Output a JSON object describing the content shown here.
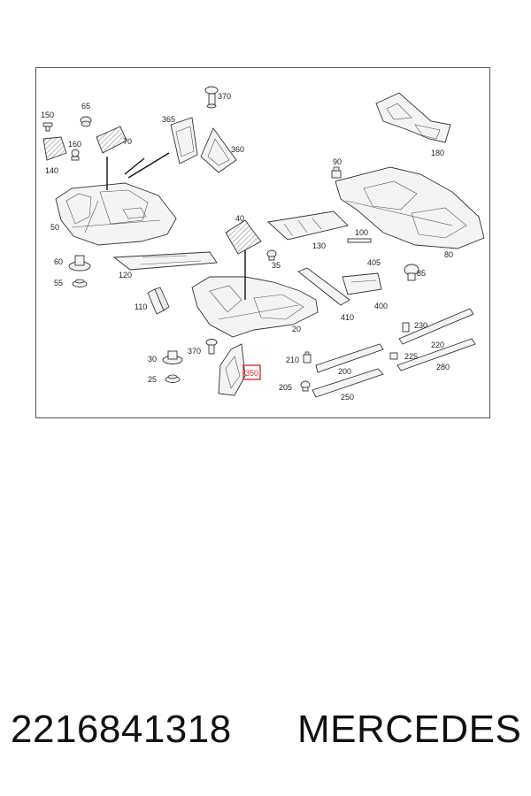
{
  "diagram": {
    "callouts": [
      "150",
      "65",
      "160",
      "70",
      "140",
      "50",
      "370",
      "365",
      "360",
      "40",
      "130",
      "100",
      "35",
      "60",
      "55",
      "120",
      "110",
      "370",
      "30",
      "25",
      "350",
      "20",
      "90",
      "180",
      "405",
      "85",
      "400",
      "410",
      "80",
      "210",
      "200",
      "205",
      "250",
      "230",
      "220",
      "225",
      "280"
    ],
    "highlighted_callout": "350",
    "highlight_color": "#e0302a"
  },
  "footer": {
    "part_number": "2216841318",
    "brand": "MERCEDES"
  }
}
